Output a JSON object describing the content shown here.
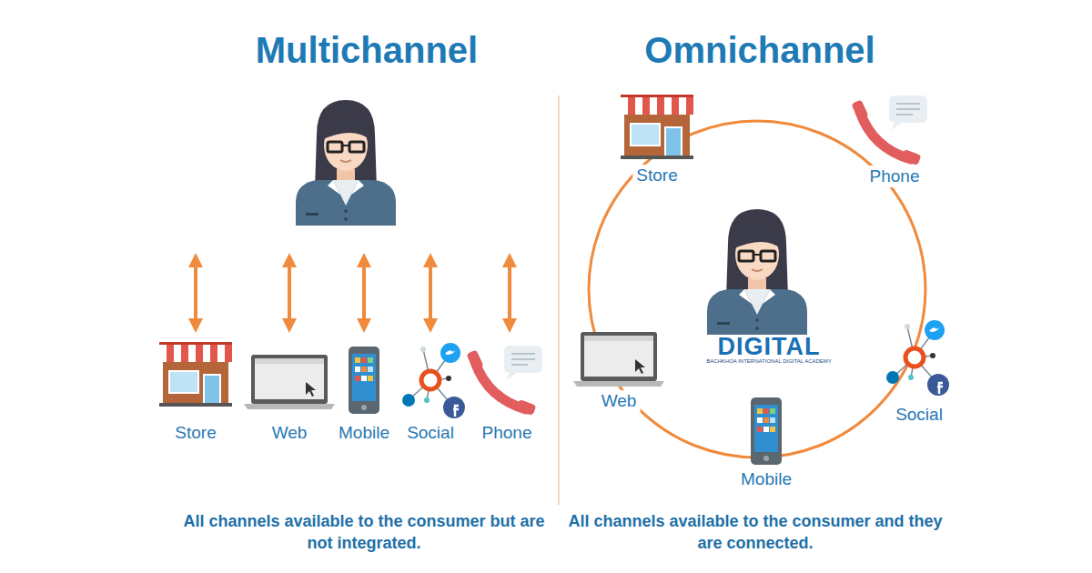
{
  "diagram": {
    "nodes": [
      {
        "text": [
          "Store"
        ]
      },
      {
        "text": [
          "Web"
        ]
      },
      {
        "text": [
          "Mobile"
        ]
      },
      {
        "text": [
          "Social"
        ]
      },
      {
        "text": [
          "Phone"
        ]
      },
      {
        "text": [
          "Store"
        ]
      },
      {
        "text": [
          "Phone"
        ]
      },
      {
        "text": [
          "Web"
        ]
      },
      {
        "text": [
          "Social"
        ]
      },
      {
        "text": [
          "Mobile"
        ]
      }
    ],
    "labels": [
      "Multichannel",
      "Omnichannel",
      "All channels available to the consumer but are not integrated.",
      "All channels available to the consumer and they are connected.",
      "DIGITAL",
      "BACHKHOA INTERNATIONAL DIGITAL ACADEMY"
    ]
  }
}
